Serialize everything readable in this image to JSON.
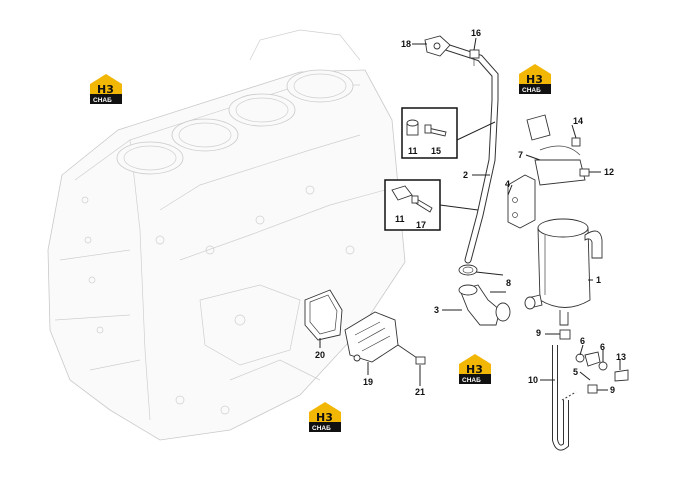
{
  "logo": {
    "top": "H3",
    "bottom": "CHAБ",
    "colors": {
      "yellow": "#f2b705",
      "dark": "#111111"
    }
  },
  "callouts": {
    "c1": "1",
    "c2": "2",
    "c3": "3",
    "c4": "4",
    "c5": "5",
    "c6a": "6",
    "c6b": "6",
    "c7": "7",
    "c8": "8",
    "c9a": "9",
    "c9b": "9",
    "c10": "10",
    "c11a": "11",
    "c11b": "11",
    "c12": "12",
    "c13": "13",
    "c14": "14",
    "c15": "15",
    "c16": "16",
    "c17": "17",
    "c18": "18",
    "c19": "19",
    "c20": "20",
    "c21": "21"
  }
}
